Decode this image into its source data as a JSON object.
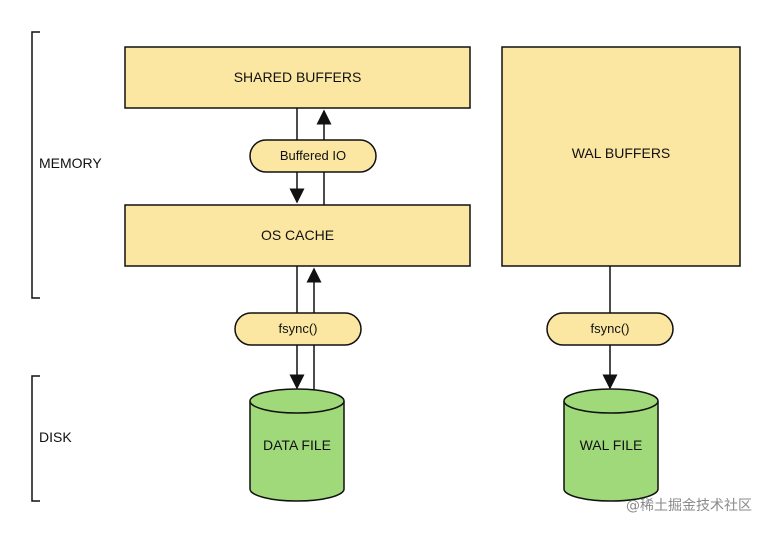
{
  "sections": {
    "memory": "MEMORY",
    "disk": "DISK"
  },
  "boxes": {
    "shared_buffers": "SHARED BUFFERS",
    "os_cache": "OS CACHE",
    "wal_buffers": "WAL BUFFERS"
  },
  "pills": {
    "buffered_io": "Buffered IO",
    "fsync_left": "fsync()",
    "fsync_right": "fsync()"
  },
  "cylinders": {
    "data_file": "DATA FILE",
    "wal_file": "WAL FILE"
  },
  "watermark": "@稀土掘金技术社区",
  "colors": {
    "box_fill": "#fbe7a1",
    "pill_fill": "#fbe7a1",
    "cylinder_fill": "#9fd97a",
    "stroke": "#111111"
  }
}
